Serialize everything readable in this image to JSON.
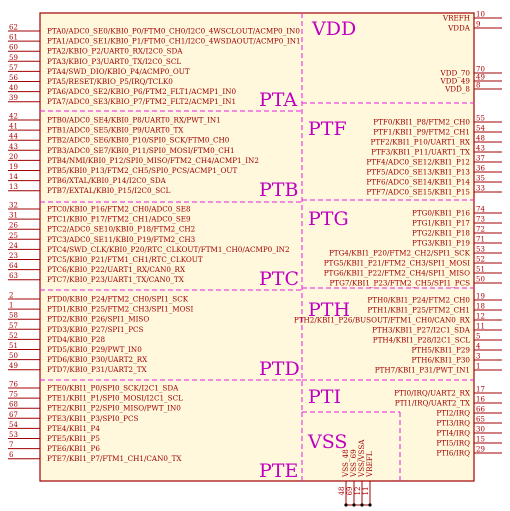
{
  "left_pins": [
    {
      "num": "62",
      "name": "PTA0/ADC0_SE0/KBI0_P0/FTM0_CH0/I2C0_4WSCLOUT/ACMP0_IN0"
    },
    {
      "num": "61",
      "name": "PTA1/ADC0_SE1/KBI0_P1/FTM0_CH1/I2C0_4WSDAOUT/ACMP0_IN1"
    },
    {
      "num": "60",
      "name": "PTA2/KBIO_P2/UART0_RX/I2C0_SDA"
    },
    {
      "num": "59",
      "name": "PTA3/KBIO_P3/UART0_TX/I2C0_SCL"
    },
    {
      "num": "57",
      "name": "PTA4/SWD_DIO/KBIO_P4/ACMP0_OUT"
    },
    {
      "num": "56",
      "name": "PTA5/RESET/KBIO_P5/IRQ/TCLK0"
    },
    {
      "num": "40",
      "name": "PTA6/ADC0_SE2/KBIO_P6/FTM2_FLT1/ACMP1_IN0"
    },
    {
      "num": "39",
      "name": "PTA7/ADC0_SE3/KBIO_P7/FTM2_FLT2/ACMP1_IN1"
    },
    {
      "num": "42",
      "name": "PTB0/ADC0_SE4/KBI0_P8/UART0_RX/PWT_IN1"
    },
    {
      "num": "41",
      "name": "PTB1/ADC0_SE5/KBI0_P9/UART0_TX"
    },
    {
      "num": "44",
      "name": "PTB2/ADC0_SE6/KBI0_P10/SPI0_SCK/FTM0_CH0"
    },
    {
      "num": "43",
      "name": "PTB3/ADC0_SE7/KBI0_P11/SPI0_MOSI/FTM0_CH1"
    },
    {
      "num": "20",
      "name": "PTB4/NMI/KBI0_P12/SPI0_MISO/FTM2_CH4/ACMP1_IN2"
    },
    {
      "num": "19",
      "name": "PTB5/KBI0_P13/FTM2_CH5/SPI0_PCS/ACMP1_OUT"
    },
    {
      "num": "14",
      "name": "PTB6/XTAL/KBI0_P14/I2C0_SDA"
    },
    {
      "num": "13",
      "name": "PTB7/EXTAL/KBI0_P15/I2C0_SCL"
    },
    {
      "num": "32",
      "name": "PTC0/KBI0_P16/FTM2_CH0/ADC0_SE8"
    },
    {
      "num": "31",
      "name": "PTC1/KBI0_P17/FTM2_CH1/ADC0_SE9"
    },
    {
      "num": "26",
      "name": "PTC2/ADC0_SE10/KBI0_P18/FTM2_CH2"
    },
    {
      "num": "25",
      "name": "PTC3/ADC0_SE11/KBI0_P19/FTM2_CH3"
    },
    {
      "num": "24",
      "name": "PTC4/SWD_CLK/KBI0_P20/RTC_CLKOUT/FTM1_CH0/ACMP0_IN2"
    },
    {
      "num": "23",
      "name": "PTC5/KBI0_P21/FTM1_CH1/RTC_CLKOUT"
    },
    {
      "num": "64",
      "name": "PTC6/KBI0_P22/UART1_RX/CAN0_RX"
    },
    {
      "num": "63",
      "name": "PTC7/KBI0_P23/UART1_TX/CAN0_TX"
    },
    {
      "num": "2",
      "name": "PTD0/KBI0_P24/FTM2_CH0/SPI1_SCK"
    },
    {
      "num": "1",
      "name": "PTD1/KBI0_P25/FTM2_CH3/SPI1_MOSI"
    },
    {
      "num": "58",
      "name": "PTD2/KBI0_P26/SPI1_MISO"
    },
    {
      "num": "57",
      "name": "PTD3/KBI0_P27/SPI1_PCS"
    },
    {
      "num": "52",
      "name": "PTD4/KBI0_P28"
    },
    {
      "num": "51",
      "name": "PTD5/KBI0_P29/PWT_IN0"
    },
    {
      "num": "50",
      "name": "PTD6/KBI0_P30/UART2_RX"
    },
    {
      "num": "49",
      "name": "PTD7/KBI0_P31/UART2_TX"
    },
    {
      "num": "76",
      "name": "PTE0/KBI1_P0/SPI0_SCK/I2C1_SDA"
    },
    {
      "num": "75",
      "name": "PTE1/KBI1_P1/SPI0_MOSI/I2C1_SCL"
    },
    {
      "num": "68",
      "name": "PTE2/KBI1_P2/SPI0_MISO/PWT_IN0"
    },
    {
      "num": "67",
      "name": "PTE3/KBI1_P3/SPI0_PCS"
    },
    {
      "num": "54",
      "name": "PTE4/KBI1_P4"
    },
    {
      "num": "53",
      "name": "PTE5/KBI1_P5"
    },
    {
      "num": "7",
      "name": "PTE6/KBI1_P6"
    },
    {
      "num": "6",
      "name": "PTE7/KBI1_P7/FTM1_CH1/CAN0_TX"
    }
  ],
  "right_pins": [
    {
      "num": "10",
      "name": "VREFH"
    },
    {
      "num": "9",
      "name": "VDDA"
    },
    {
      "num": "70",
      "name": "VDD_70"
    },
    {
      "num": "49",
      "name": "VDD_49"
    },
    {
      "num": "8",
      "name": "VDD_8"
    },
    {
      "num": "55",
      "name": "PTF0/KBI1_P8/FTM2_CH0"
    },
    {
      "num": "54",
      "name": "PTF1/KBI1_P9/FTM2_CH1"
    },
    {
      "num": "48",
      "name": "PTF2/KBI1_P10/UART1_RX"
    },
    {
      "num": "43",
      "name": "PTF3/KBI1_P11/UART1_TX"
    },
    {
      "num": "37",
      "name": "PTF4/ADC0_SE12/KBI1_P12"
    },
    {
      "num": "36",
      "name": "PTF5/ADC0_SE13/KBI1_P13"
    },
    {
      "num": "35",
      "name": "PTF6/ADC0_SE14/KBI1_P14"
    },
    {
      "num": "33",
      "name": "PTF7/ADC0_SE15/KBI1_P15"
    },
    {
      "num": "74",
      "name": "PTG0/KBI1_P16"
    },
    {
      "num": "73",
      "name": "PTG1/KBI1_P17"
    },
    {
      "num": "72",
      "name": "PTG2/KBI1_P18"
    },
    {
      "num": "71",
      "name": "PTG3/KBI1_P19"
    },
    {
      "num": "53",
      "name": "PTG4/KBI1_P20/FTM2_CH2/SPI1_SCK"
    },
    {
      "num": "52",
      "name": "PTG5/KBI1_P21/FTM2_CH3/SPI1_MOSI"
    },
    {
      "num": "51",
      "name": "PTG6/KBI1_P22/FTM2_CH4/SPI1_MISO"
    },
    {
      "num": "50",
      "name": "PTG7/KBI1_P23/FTM2_CH5/SPI1_PCS"
    },
    {
      "num": "19",
      "name": "PTH0/KBI1_P24/FTM2_CH0"
    },
    {
      "num": "18",
      "name": "PTH1/KBI1_P25/FTM2_CH1"
    },
    {
      "num": "12",
      "name": "PTH2/KBI1_P26/BUSOUT/FTM1_CH0/CAN0_RX"
    },
    {
      "num": "11",
      "name": "PTH3/KBI1_P27/I2C1_SDA"
    },
    {
      "num": "5",
      "name": "PTH4/KBI1_P28/I2C1_SCL"
    },
    {
      "num": "4",
      "name": "PTH5/KBI1_P29"
    },
    {
      "num": "3",
      "name": "PTH6/KBI1_P30"
    },
    {
      "num": "1",
      "name": "PTH7/KBI1_P31/PWT_IN1"
    },
    {
      "num": "17",
      "name": "PTI0/IRQ/UART2_RX"
    },
    {
      "num": "16",
      "name": "PTI1/IRQ/UART2_TX"
    },
    {
      "num": "66",
      "name": "PTI2/IRQ"
    },
    {
      "num": "65",
      "name": "PTI3/IRQ"
    },
    {
      "num": "30",
      "name": "PTI4/IRQ"
    },
    {
      "num": "15",
      "name": "PTI5/IRQ"
    },
    {
      "num": "29",
      "name": "PTI6/IRQ"
    }
  ],
  "bottom_pins": [
    {
      "num": "48",
      "name": "VSS_48"
    },
    {
      "num": "69",
      "name": "VSS_69"
    },
    {
      "num": "12",
      "name": "VSS/VSSA"
    },
    {
      "num": "11",
      "name": "VREFL"
    }
  ],
  "ports": {
    "vdd": "VDD",
    "pta": "PTA",
    "ptb": "PTB",
    "ptc": "PTC",
    "ptd": "PTD",
    "pte": "PTE",
    "ptf": "PTF",
    "ptg": "PTG",
    "pth": "PTH",
    "pti": "PTI",
    "vss": "VSS"
  },
  "colors": {
    "body": "#fff8dc",
    "outline": "#a00000",
    "divider": "#e020e0"
  }
}
